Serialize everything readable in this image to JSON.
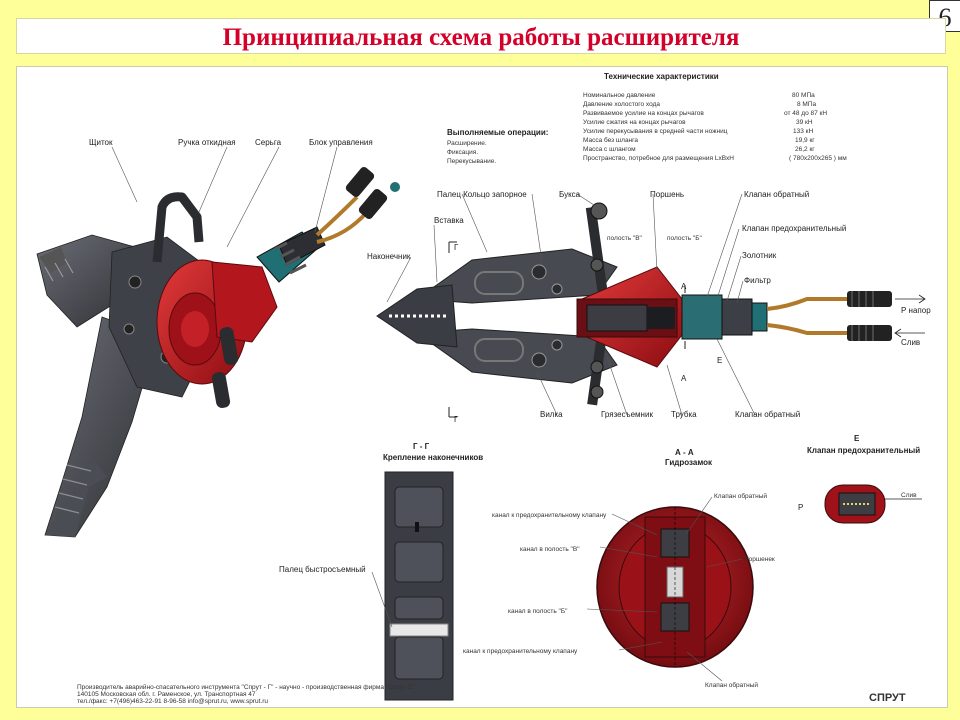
{
  "title": "Принципиальная схема работы расширителя",
  "page_number": "6",
  "specs": {
    "heading": "Технические характеристики",
    "rows": [
      {
        "label": "Номинальное давление",
        "value": "80 МПа"
      },
      {
        "label": "Давление холостого хода",
        "value": "8 МПа"
      },
      {
        "label": "Развиваемое усилие на концах рычагов",
        "value": "от 48 до 87 кН"
      },
      {
        "label": "Усилие сжатия на концах рычагов",
        "value": "39 кН"
      },
      {
        "label": "Усилие перекусывания в средней части ножниц",
        "value": "133 кН"
      },
      {
        "label": "Масса без шланга",
        "value": "19,9 кг"
      },
      {
        "label": "Масса с шлангом",
        "value": "26,2 кг"
      },
      {
        "label": "Пространство, потребное для размещения LxBxH",
        "value": "( 780x200x265 ) мм"
      }
    ]
  },
  "operations": {
    "heading": "Выполняемые операции:",
    "items": [
      "Расширение.",
      "Фиксация.",
      "Перекусывание."
    ]
  },
  "labels": {
    "shield": "Щиток",
    "handle": "Ручка откидная",
    "earring": "Серьга",
    "control_block": "Блок управления",
    "pin_ring": "Палец Кольцо запорное",
    "bushing": "Букса",
    "piston": "Поршень",
    "check_valve_top": "Клапан обратный",
    "insert": "Вставка",
    "cavity_v": "полость \"В\"",
    "cavity_b": "полость \"Б\"",
    "safety_valve": "Клапан предохранительный",
    "tip": "Наконечник",
    "spool": "Золотник",
    "filter": "Фильтр",
    "pressure": "Р напор",
    "drain": "Слив",
    "section_g": "Г",
    "section_a": "А",
    "section_e": "Е",
    "fork": "Вилка",
    "dust_seal": "Грязесъемник",
    "tube": "Трубка",
    "check_valve_bottom": "Клапан обратный",
    "section_gg_title": "Г - Г",
    "section_gg_sub": "Крепление наконечников",
    "quick_pin": "Палец быстросъемный",
    "section_aa_title": "А - А",
    "section_aa_sub": "Гидрозамок",
    "aa_channel_safety_1": "канал к предохранительному клапану",
    "aa_check_valve_1": "Клапан обратный",
    "aa_channel_v": "канал в полость \"В\"",
    "aa_piston": "Поршенек",
    "aa_channel_b": "канал в полость \"Б\"",
    "aa_channel_safety_2": "канал к предохранительному клапану",
    "aa_check_valve_2": "Клапан обратный",
    "section_e_title": "Е",
    "section_e_sub": "Клапан предохранительный",
    "e_p": "Р",
    "e_drain": "Слив"
  },
  "footer": {
    "lines": [
      "Производитель аварийно-спасательного инструмента \"Спрут - Г\" - научно - производственная фирма \"Спрут-С\"",
      "140105 Московская обл. г. Раменское, ул. Транспортная 47",
      "тел./факс: +7(496)463-22-91 8-96-58 info@sprut.ru, www.sprut.ru"
    ],
    "logo": "СПРУТ"
  },
  "colors": {
    "title_red": "#d4002a",
    "body_red": "#c0141c",
    "metal_dark": "#3a3d44",
    "background": "#ffff99"
  }
}
